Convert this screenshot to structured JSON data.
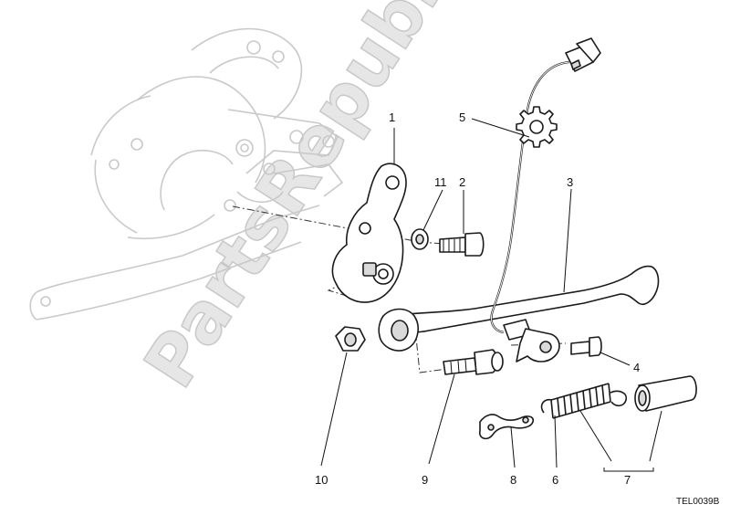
{
  "watermark": {
    "text": "PartsRepublik"
  },
  "icons": {
    "gear": "gear-icon"
  },
  "callouts": [
    "1",
    "2",
    "3",
    "4",
    "5",
    "6",
    "7",
    "8",
    "9",
    "10",
    "11"
  ],
  "reference_code": "TEL0039B"
}
